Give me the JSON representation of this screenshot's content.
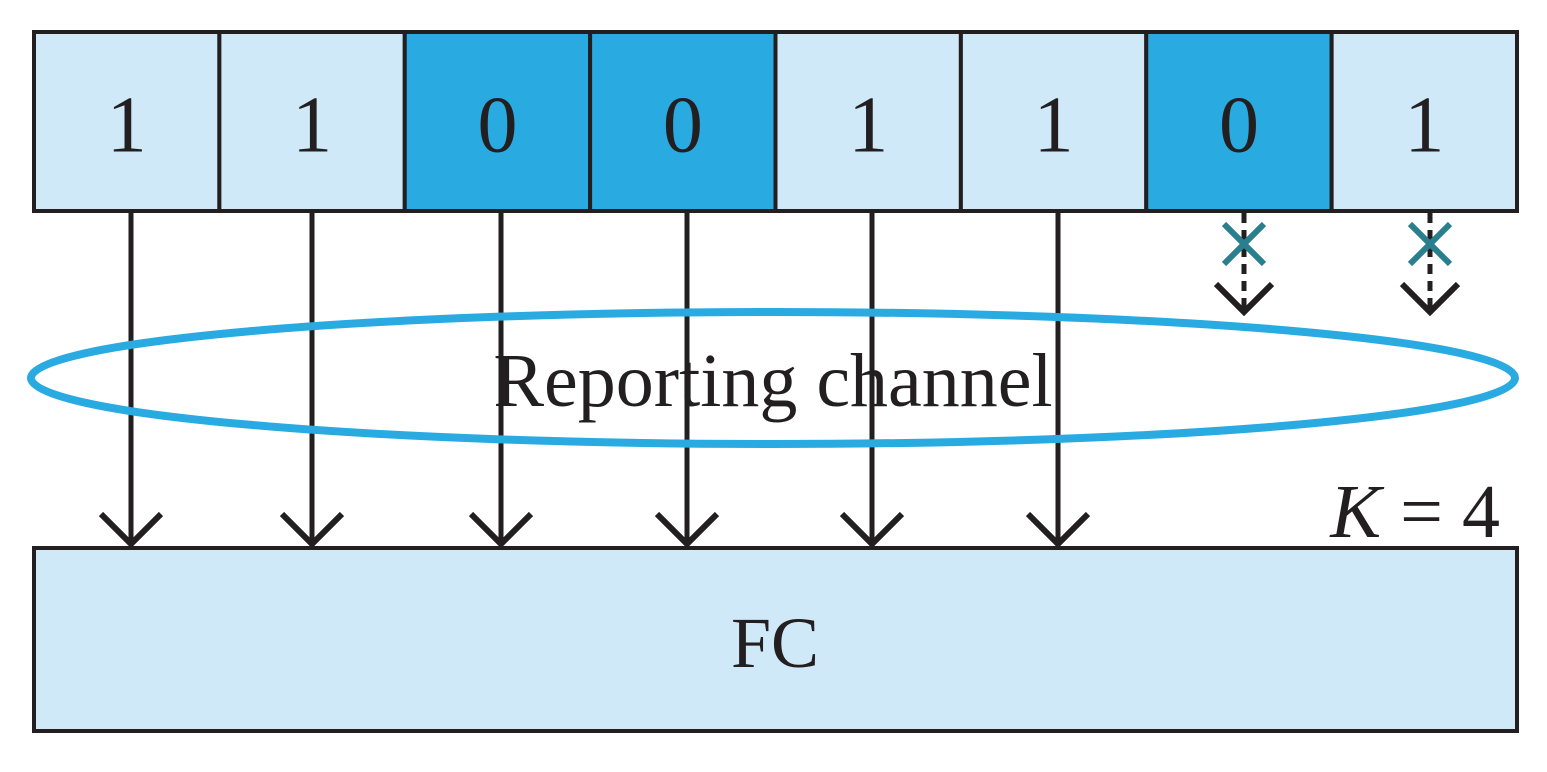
{
  "bits": [
    {
      "value": "1",
      "state": "light"
    },
    {
      "value": "1",
      "state": "light"
    },
    {
      "value": "0",
      "state": "dark"
    },
    {
      "value": "0",
      "state": "dark"
    },
    {
      "value": "1",
      "state": "light"
    },
    {
      "value": "1",
      "state": "light"
    },
    {
      "value": "0",
      "state": "dark"
    },
    {
      "value": "1",
      "state": "light"
    }
  ],
  "arrows": [
    "reported",
    "reported",
    "reported",
    "reported",
    "reported",
    "reported",
    "blocked",
    "blocked"
  ],
  "channel_label": "Reporting channel",
  "fc_label": "FC",
  "k_label": {
    "var": "K",
    "rest": " = 4"
  },
  "colors": {
    "light_fill": "#cfe9f8",
    "dark_fill": "#29abe2",
    "stroke": "#231f20",
    "ellipse_stroke": "#29abe2",
    "cross": "#2a7f8f",
    "fc_fill": "#cfe9f8"
  }
}
